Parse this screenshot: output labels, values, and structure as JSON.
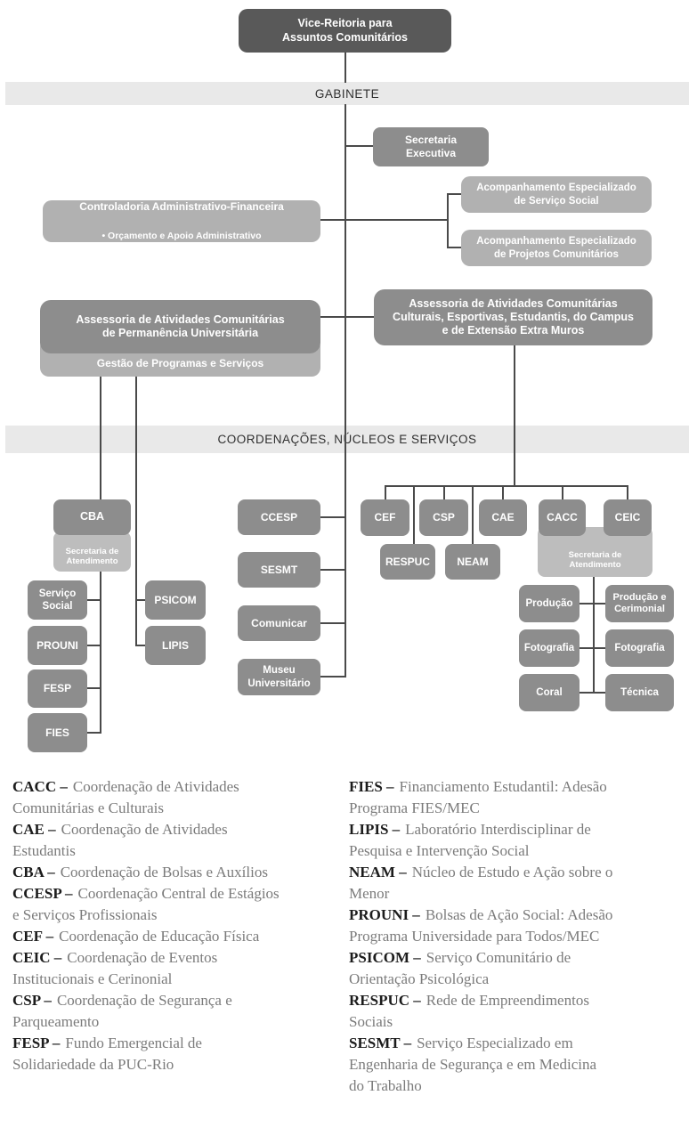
{
  "root": {
    "label": "Vice-Reitoria para\nAssuntos Comunitários"
  },
  "bands": {
    "gabinete": "GABINETE",
    "coordenacoes": "COORDENAÇÕES, NÚCLEOS E SERVIÇOS"
  },
  "nodes": {
    "secretaria_executiva": "Secretaria\nExecutiva",
    "controladoria_title": "Controladoria Administrativo-Financeira",
    "controladoria_sub": "• Orçamento e Apoio Administrativo",
    "acompanhamento_servico_social": "Acompanhamento Especializado\nde Serviço Social",
    "acompanhamento_projetos": "Acompanhamento Especializado\nde Projetos Comunitários",
    "assessoria_permanencia": "Assessoria de Atividades Comunitárias\nde Permanência Universitária",
    "gestao_programas": "Gestão de Programas e Serviços",
    "assessoria_culturais": "Assessoria de Atividades Comunitárias\nCulturais, Esportivas, Estudantis, do Campus\ne de Extensão Extra Muros",
    "cba": "CBA",
    "secretaria_atendimento_left": "Secretaria de\nAtendimento",
    "servico_social": "Serviço\nSocial",
    "prouni": "PROUNI",
    "fesp": "FESP",
    "fies": "FIES",
    "psicom": "PSICOM",
    "lipis": "LIPIS",
    "ccesp": "CCESP",
    "sesmt": "SESMT",
    "comunicar": "Comunicar",
    "museu": "Museu\nUniversitário",
    "cef": "CEF",
    "csp": "CSP",
    "cae": "CAE",
    "cacc": "CACC",
    "ceic": "CEIC",
    "respuc": "RESPUC",
    "neam": "NEAM",
    "secretaria_atendimento_right": "Secretaria de\nAtendimento",
    "producao": "Produção",
    "producao_cerimonial": "Produção e\nCerimonial",
    "fotografia_left": "Fotografia",
    "fotografia_right": "Fotografia",
    "coral": "Coral",
    "tecnica": "Técnica"
  },
  "legend": {
    "left": [
      {
        "abbr": "CACC –",
        "desc": "Coordenação de Atividades\nComunitárias e Culturais"
      },
      {
        "abbr": "CAE –",
        "desc": "Coordenação de Atividades\nEstudantis"
      },
      {
        "abbr": "CBA –",
        "desc": "Coordenação de Bolsas e Auxílios"
      },
      {
        "abbr": "CCESP –",
        "desc": "Coordenação Central de Estágios\ne Serviços Profissionais"
      },
      {
        "abbr": "CEF –",
        "desc": "Coordenação de Educação Física"
      },
      {
        "abbr": "CEIC –",
        "desc": "Coordenação de Eventos\nInstitucionais e Cerinonial"
      },
      {
        "abbr": "CSP –",
        "desc": "Coordenação de Segurança e\nParqueamento"
      },
      {
        "abbr": "FESP –",
        "desc": "Fundo Emergencial de\nSolidariedade da PUC-Rio"
      }
    ],
    "right": [
      {
        "abbr": "FIES –",
        "desc": "Financiamento Estudantil: Adesão\nPrograma FIES/MEC"
      },
      {
        "abbr": "LIPIS –",
        "desc": "Laboratório Interdisciplinar de\nPesquisa e Intervenção Social"
      },
      {
        "abbr": "NEAM –",
        "desc": "Núcleo de Estudo e Ação sobre o\nMenor"
      },
      {
        "abbr": "PROUNI –",
        "desc": "Bolsas de Ação Social: Adesão\nPrograma Universidade para Todos/MEC"
      },
      {
        "abbr": "PSICOM –",
        "desc": "Serviço Comunitário de\nOrientação Psicológica"
      },
      {
        "abbr": "RESPUC –",
        "desc": "Rede de Empreendimentos\nSociais"
      },
      {
        "abbr": "SESMT –",
        "desc": "Serviço Especializado em\nEngenharia de Segurança e em Medicina\ndo Trabalho"
      }
    ]
  },
  "colors": {
    "dark_box": "#595959",
    "medium_box": "#8d8d8d",
    "light_box": "#b1b1b1",
    "lighter_box": "#bdbdbd",
    "band": "#e9e9e9",
    "line": "#4a4a4a",
    "legend_abbr": "#1c1c1c",
    "legend_desc": "#7b7b7b"
  }
}
